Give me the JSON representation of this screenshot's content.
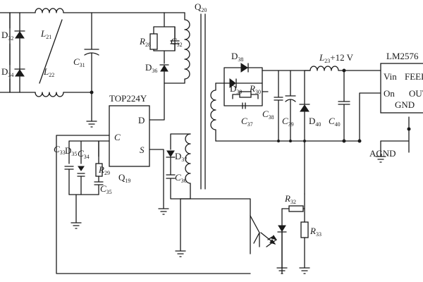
{
  "components": {
    "D32": {
      "name": "D",
      "sub": "32"
    },
    "D34": {
      "name": "D",
      "sub": "34"
    },
    "L21": {
      "name": "L",
      "sub": "21"
    },
    "L22": {
      "name": "L",
      "sub": "22"
    },
    "C31": {
      "name": "C",
      "sub": "31"
    },
    "R28": {
      "name": "R",
      "sub": "28"
    },
    "C32": {
      "name": "C",
      "sub": "32"
    },
    "D36": {
      "name": "D",
      "sub": "36"
    },
    "Q20": {
      "name": "Q",
      "sub": "20"
    },
    "TOP": {
      "name": "TOP224Y"
    },
    "C33": {
      "name": "C",
      "sub": "33"
    },
    "D35": {
      "name": "D",
      "sub": "35"
    },
    "C34": {
      "name": "C",
      "sub": "34"
    },
    "R29": {
      "name": "R",
      "sub": "29"
    },
    "C35": {
      "name": "C",
      "sub": "35"
    },
    "Q19": {
      "name": "Q",
      "sub": "19"
    },
    "D37": {
      "name": "D",
      "sub": "37"
    },
    "C36": {
      "name": "C",
      "sub": "36"
    },
    "D38": {
      "name": "D",
      "sub": "38"
    },
    "D39": {
      "name": "D",
      "sub": "39"
    },
    "R30": {
      "name": "R",
      "sub": "30"
    },
    "C37": {
      "name": "C",
      "sub": "37"
    },
    "C38": {
      "name": "C",
      "sub": "38"
    },
    "C39": {
      "name": "C",
      "sub": "39"
    },
    "D40": {
      "name": "D",
      "sub": "40"
    },
    "L23": {
      "name": "L",
      "sub": "23",
      "suffix": "+12 V"
    },
    "C40": {
      "name": "C",
      "sub": "40"
    },
    "R32": {
      "name": "R",
      "sub": "32"
    },
    "R33": {
      "name": "R",
      "sub": "33"
    },
    "LM": {
      "name": "LM2576"
    }
  },
  "pins": {
    "top_c": "C",
    "top_d": "D",
    "top_s": "S",
    "lm_vin": "Vin",
    "lm_feed": "FEED",
    "lm_on": "On",
    "lm_gnd": "GND",
    "lm_out": "OUT"
  },
  "net_labels": {
    "agnd": "AGND"
  }
}
